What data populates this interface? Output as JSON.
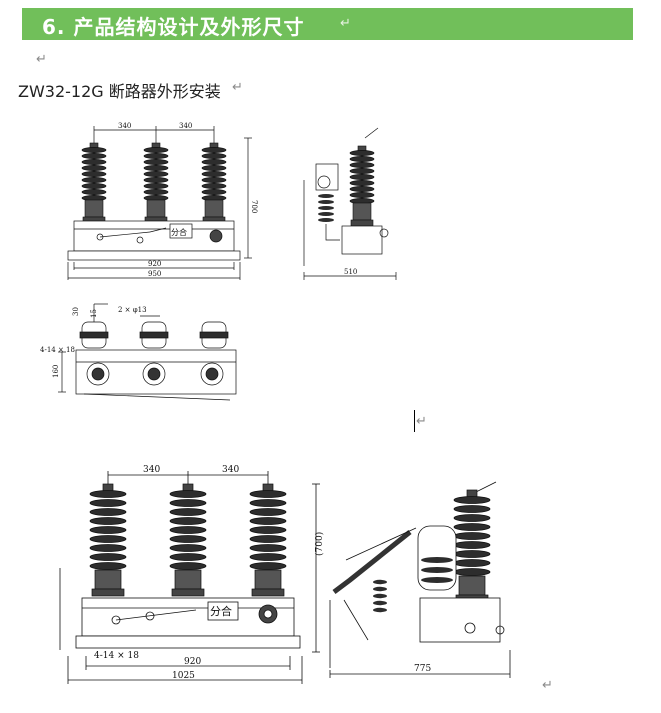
{
  "header": {
    "title": "6. 产品结构设计及外形尺寸"
  },
  "return_mark": "↵",
  "subtitle": "ZW32-12G 断路器外形安装",
  "drawing1": {
    "spacing_left": "340",
    "spacing_right": "340",
    "height": "700",
    "width_inner": "920",
    "width_outer": "950",
    "control_label": "分合"
  },
  "drawing2": {
    "width": "510"
  },
  "drawing3": {
    "dim_top": "15",
    "dim_left": "30",
    "hole_label": "2 × φ13",
    "mount_label": "4-14 × 18",
    "side": "160"
  },
  "drawing4": {
    "spacing_left": "340",
    "spacing_right": "340",
    "height": "(700)",
    "mount_label": "4-14 × 18",
    "width_inner": "920",
    "width_outer": "1025",
    "control_label": "分合"
  },
  "drawing5": {
    "width": "775"
  }
}
